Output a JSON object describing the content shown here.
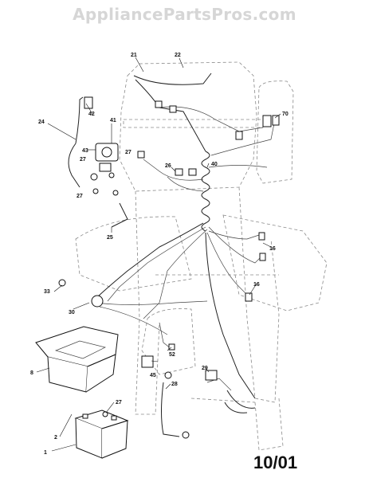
{
  "watermark": "AppliancePartsPros.com",
  "date_code": "10/01",
  "callouts": [
    "1",
    "2",
    "8",
    "16",
    "16",
    "21",
    "22",
    "24",
    "25",
    "26",
    "27",
    "27",
    "27",
    "27",
    "28",
    "29",
    "30",
    "33",
    "40",
    "41",
    "42",
    "43",
    "45",
    "52",
    "70"
  ]
}
